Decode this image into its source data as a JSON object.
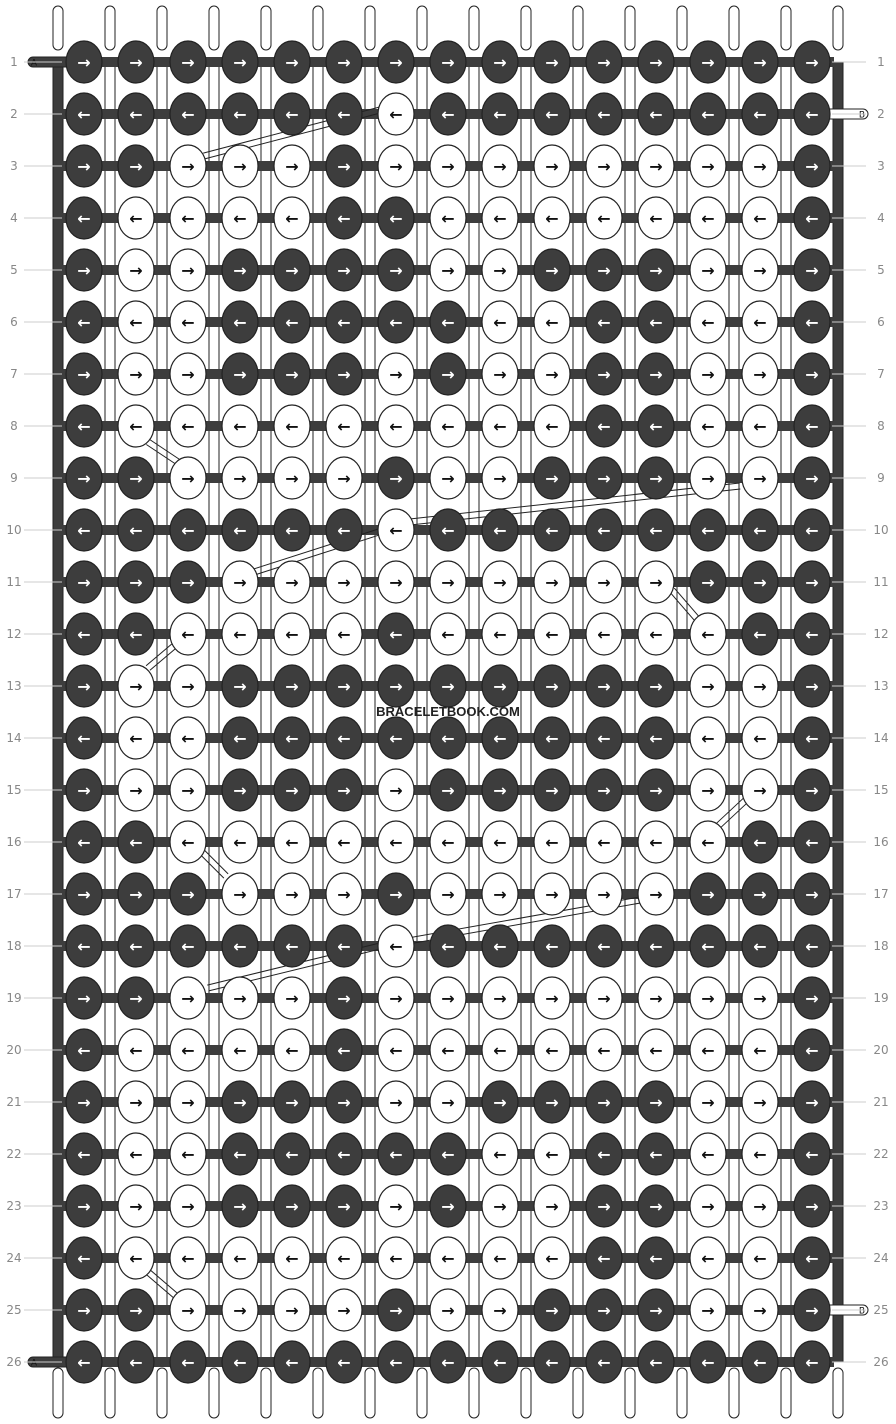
{
  "watermark": "BRACELETBOOK.COM",
  "colors": {
    "A": "#3d3d3d",
    "B": "#ffffff",
    "outline": "#222222",
    "row_number": "#888888"
  },
  "string_labels": {
    "top_left": "A",
    "top_right": "B",
    "bottom_right": "B",
    "bottom_left": "A"
  },
  "row_numbers": [
    "1",
    "2",
    "3",
    "4",
    "5",
    "6",
    "7",
    "8",
    "9",
    "10",
    "11",
    "12",
    "13",
    "14",
    "15",
    "16",
    "17",
    "18",
    "19",
    "20",
    "21",
    "22",
    "23",
    "24",
    "25",
    "26"
  ],
  "arrows": {
    "right": "→",
    "left": "←"
  },
  "rows": [
    "AAAAAAAAAAAAAAA",
    "AAAAAABAAAAAAAA",
    "AABBBABBBBBBBBA",
    "ABBBBAABBBBBBBA",
    "ABBAAAABBAAABBA",
    "ABBAAAAABBAABBA",
    "ABBAAABABBAABBA",
    "ABBBBBBBBBAABBA",
    "AABBBBABBAAABBA",
    "AAAAAABAAAAAAAA",
    "AAABBBBBBBBBAAA",
    "AABBBBABBBBBBAA",
    "ABBAAAAAAAAABBA",
    "ABBAAAAAAAAABBA",
    "ABBAAABAAAAABBA",
    "AABBBBBBBBBBBAA",
    "AAABBBABBBBBAAA",
    "AAAAAABAAAAAAAA",
    "AABBBABBBBBBBBA",
    "ABBBBABBBBBBBBA",
    "ABBAAABBAAAABBA",
    "ABBAAAAABBAABBA",
    "ABBAAABABBAABBA",
    "ABBBBBBBBBAABBA",
    "AABBBBABBAAABBA",
    "AAAAAAAAAAAAAAA"
  ]
}
